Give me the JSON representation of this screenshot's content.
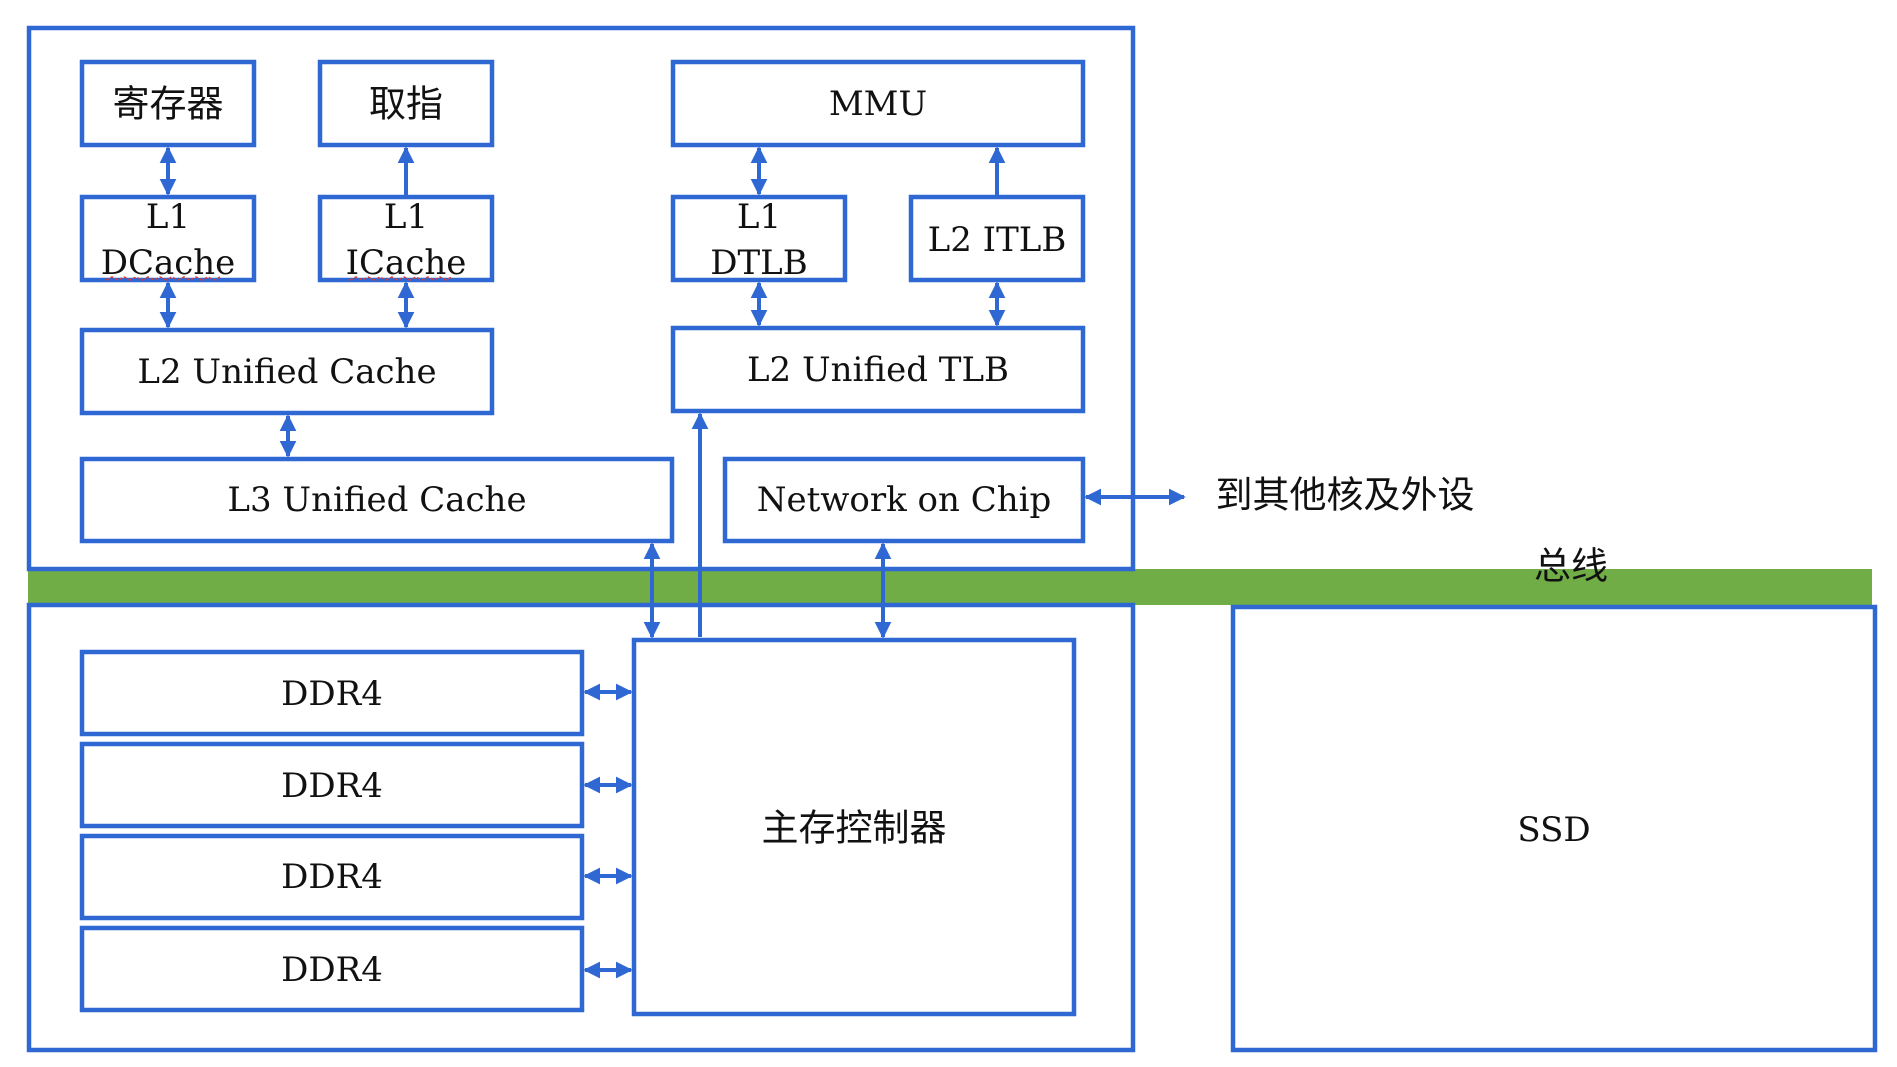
{
  "colors": {
    "line": "#2F68D3",
    "bus": "#70AD47",
    "text": "#111111"
  },
  "labels": {
    "registers": "寄存器",
    "fetch": "取指",
    "mmu": "MMU",
    "l1_dcache_1": "L1",
    "l1_dcache_2": "DCache",
    "l1_icache_1": "L1",
    "l1_icache_2": "ICache",
    "l1_dtlb_1": "L1",
    "l1_dtlb_2": "DTLB",
    "l2_itlb": "L2  ITLB",
    "l2_unified_cache": "L2  Unified  Cache",
    "l2_unified_tlb": "L2  Unified  TLB",
    "l3_unified_cache": "L3  Unified  Cache",
    "noc": "Network  on  Chip",
    "to_other_cores": "到其他核及外设",
    "bus": "总线",
    "ddr4_1": "DDR4",
    "ddr4_2": "DDR4",
    "ddr4_3": "DDR4",
    "ddr4_4": "DDR4",
    "memory_controller": "主存控制器",
    "ssd": "SSD"
  }
}
